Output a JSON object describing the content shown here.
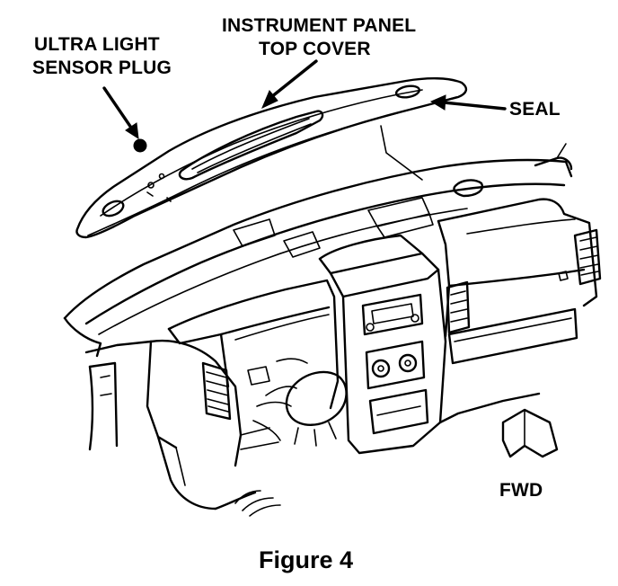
{
  "callouts": {
    "instrument_panel_line1": "INSTRUMENT PANEL",
    "instrument_panel_line2": "TOP COVER",
    "ultra_light_line1": "ULTRA LIGHT",
    "ultra_light_line2": "SENSOR PLUG",
    "seal": "SEAL",
    "fwd": "FWD"
  },
  "caption": "Figure 4"
}
